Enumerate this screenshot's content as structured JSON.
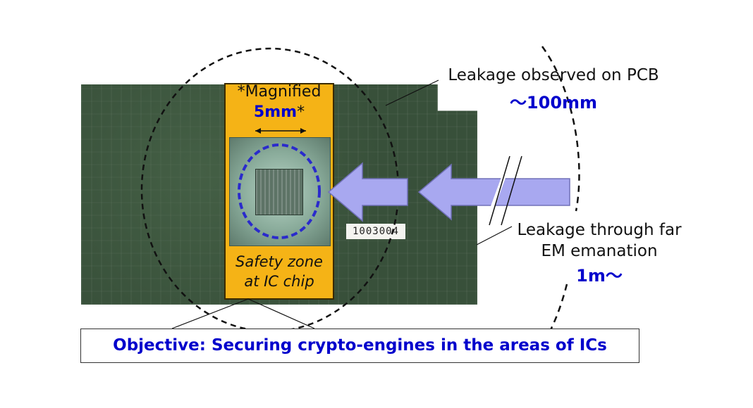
{
  "magnified": {
    "title": "*Magnified",
    "size_value": "5mm",
    "size_suffix": "*",
    "safety_line1": "Safety zone",
    "safety_line2": "at IC chip"
  },
  "pcb": {
    "board_label": "1003004",
    "leak_label": "Leakage observed on PCB",
    "leak_distance": "～100mm"
  },
  "far_field": {
    "line1": "Leakage through far",
    "line2": "EM emanation",
    "distance": "1m～"
  },
  "objective": {
    "text": "Objective: Securing crypto-engines in the areas of ICs"
  },
  "colors": {
    "accent_blue": "#0000cc",
    "panel_orange": "#f5b316",
    "arrow_fill": "#a8a8f0",
    "pcb_green": "#38503a"
  }
}
